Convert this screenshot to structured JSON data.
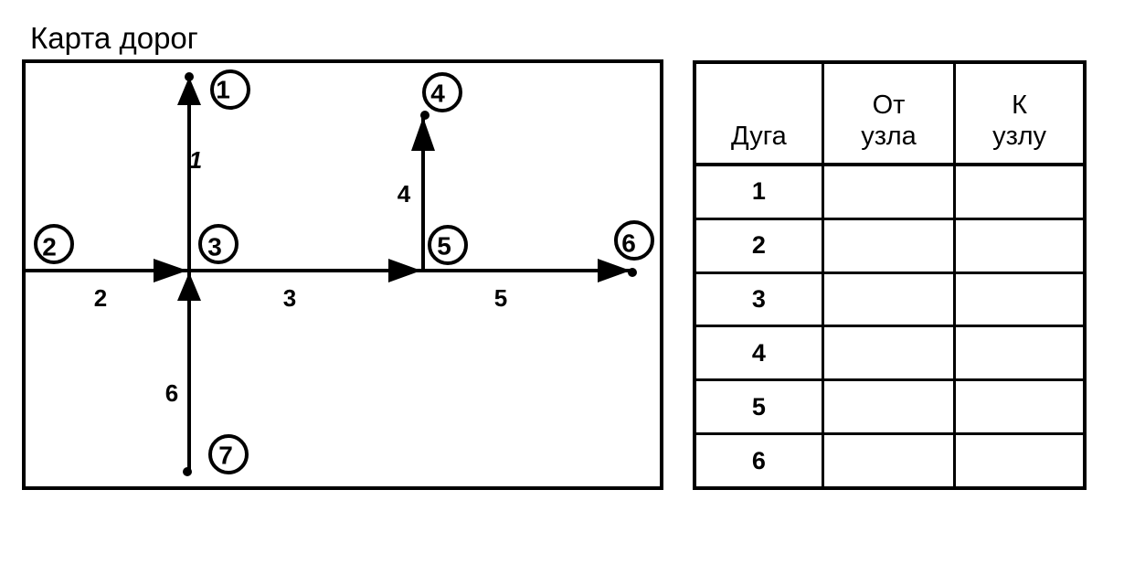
{
  "map": {
    "title": "Карта дорог",
    "nodes": [
      {
        "id": "node-1",
        "label": "1"
      },
      {
        "id": "node-2",
        "label": "2"
      },
      {
        "id": "node-3",
        "label": "3"
      },
      {
        "id": "node-4",
        "label": "4"
      },
      {
        "id": "node-5",
        "label": "5"
      },
      {
        "id": "node-6",
        "label": "6"
      },
      {
        "id": "node-7",
        "label": "7"
      }
    ],
    "arcs": [
      {
        "label": "1",
        "from": "3",
        "to": "1"
      },
      {
        "label": "2",
        "from": "2",
        "to": "3"
      },
      {
        "label": "3",
        "from": "3",
        "to": "5"
      },
      {
        "label": "4",
        "from": "5",
        "to": "4"
      },
      {
        "label": "5",
        "from": "5",
        "to": "6"
      },
      {
        "label": "6",
        "from": "7",
        "to": "3"
      }
    ]
  },
  "table": {
    "header": {
      "arc": "Дуга",
      "from_line1": "От",
      "from_line2": "узла",
      "to_line1": "К",
      "to_line2": "узлу"
    },
    "rows": [
      {
        "arc": "1",
        "from": "",
        "to": ""
      },
      {
        "arc": "2",
        "from": "",
        "to": ""
      },
      {
        "arc": "3",
        "from": "",
        "to": ""
      },
      {
        "arc": "4",
        "from": "",
        "to": ""
      },
      {
        "arc": "5",
        "from": "",
        "to": ""
      },
      {
        "arc": "6",
        "from": "",
        "to": ""
      }
    ]
  }
}
